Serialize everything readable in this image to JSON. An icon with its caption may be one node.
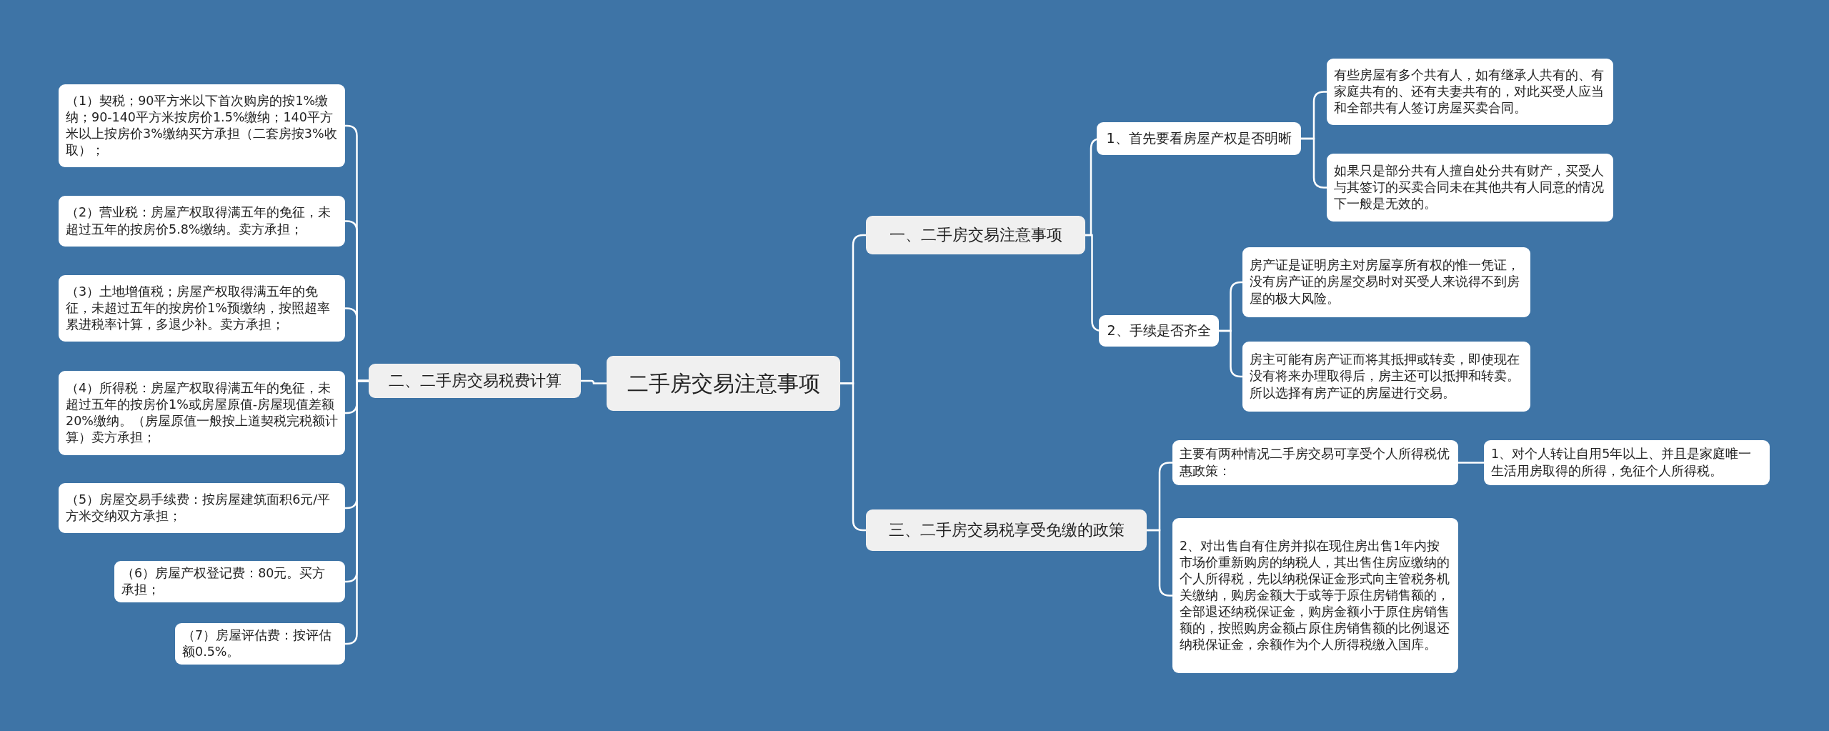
{
  "diagram": {
    "nodes": [
      {
        "text": [
          "二手房交易注意事项"
        ]
      },
      {
        "text": [
          "一、二手房交易注意事项"
        ]
      },
      {
        "text": [
          "1、首先要看房屋产权是否明晰"
        ]
      },
      {
        "text": [
          "有些房屋有多个共有人，如有继承人共有的、有家庭共有的、还有夫妻共有的，对此买受人应当和全部共有人签订房屋买卖合同。"
        ]
      },
      {
        "text": [
          "如果只是部分共有人擅自处分共有财产，买受人与其签订的买卖合同未在其他共有人同意的情况下一般是无效的。"
        ]
      },
      {
        "text": [
          "2、手续是否齐全"
        ]
      },
      {
        "text": [
          "房产证是证明房主对房屋享所有权的惟一凭证，没有房产证的房屋交易时对买受人来说得不到房屋的极大风险。"
        ]
      },
      {
        "text": [
          "房主可能有房产证而将其抵押或转卖，即使现在没有将来办理取得后，房主还可以抵押和转卖。所以选择有房产证的房屋进行交易。"
        ]
      },
      {
        "text": [
          "三、二手房交易税享受免缴的政策"
        ]
      },
      {
        "text": [
          "主要有两种情况二手房交易可享受个人所得税优惠政策："
        ]
      },
      {
        "text": [
          "1、对个人转让自用5年以上、并且是家庭唯一生活用房取得的所得，免征个人所得税。"
        ]
      },
      {
        "text": [
          "2、对出售自有住房并拟在现住房出售1年内按市场价重新购房的纳税人，其出售住房应缴纳的个人所得税，先以纳税保证金形式向主管税务机关缴纳，购房金额大于或等于原住房销售额的，全部退还纳税保证金，购房金额小于原住房销售额的，按照购房金额占原住房销售额的比例退还纳税保证金，余额作为个人所得税缴入国库。"
        ]
      },
      {
        "text": [
          "二、二手房交易税费计算"
        ]
      },
      {
        "text": [
          "（1）契税；90平方米以下首次购房的按1%缴纳；90-140平方米按房价1.5%缴纳；140平方米以上按房价3%缴纳买方承担（二套房按3%收取）；"
        ]
      },
      {
        "text": [
          "（2）营业税：房屋产权取得满五年的免征，未超过五年的按房价5.8%缴纳。卖方承担；"
        ]
      },
      {
        "text": [
          "（3）土地增值税；房屋产权取得满五年的免征，未超过五年的按房价1%预缴纳，按照超率累进税率计算，多退少补。卖方承担；"
        ]
      },
      {
        "text": [
          "（4）所得税：房屋产权取得满五年的免征，未超过五年的按房价1%或房屋原值-房屋现值差额20%缴纳。（房屋原值一般按上道契税完税额计算）卖方承担；"
        ]
      },
      {
        "text": [
          "（5）房屋交易手续费：按房屋建筑面积6元/平方米交纳双方承担；"
        ]
      },
      {
        "text": [
          "（6）房屋产权登记费：80元。买方承担；"
        ]
      },
      {
        "text": [
          "（7）房屋评估费：按评估额0.5%。"
        ]
      }
    ],
    "edges": [
      {
        "from": 0,
        "to": 1,
        "arrow": "none"
      },
      {
        "from": 0,
        "to": 8,
        "arrow": "none"
      },
      {
        "from": 0,
        "to": 12,
        "arrow": "none"
      },
      {
        "from": 1,
        "to": 2,
        "arrow": "none"
      },
      {
        "from": 1,
        "to": 5,
        "arrow": "none"
      },
      {
        "from": 2,
        "to": 3,
        "arrow": "none"
      },
      {
        "from": 2,
        "to": 4,
        "arrow": "none"
      },
      {
        "from": 5,
        "to": 6,
        "arrow": "none"
      },
      {
        "from": 5,
        "to": 7,
        "arrow": "none"
      },
      {
        "from": 8,
        "to": 9,
        "arrow": "none"
      },
      {
        "from": 8,
        "to": 11,
        "arrow": "none"
      },
      {
        "from": 9,
        "to": 10,
        "arrow": "none"
      },
      {
        "from": 12,
        "to": 13,
        "arrow": "none"
      },
      {
        "from": 12,
        "to": 14,
        "arrow": "none"
      },
      {
        "from": 12,
        "to": 15,
        "arrow": "none"
      },
      {
        "from": 12,
        "to": 16,
        "arrow": "none"
      },
      {
        "from": 12,
        "to": 17,
        "arrow": "none"
      },
      {
        "from": 12,
        "to": 18,
        "arrow": "none"
      },
      {
        "from": 12,
        "to": 19,
        "arrow": "none"
      }
    ]
  }
}
